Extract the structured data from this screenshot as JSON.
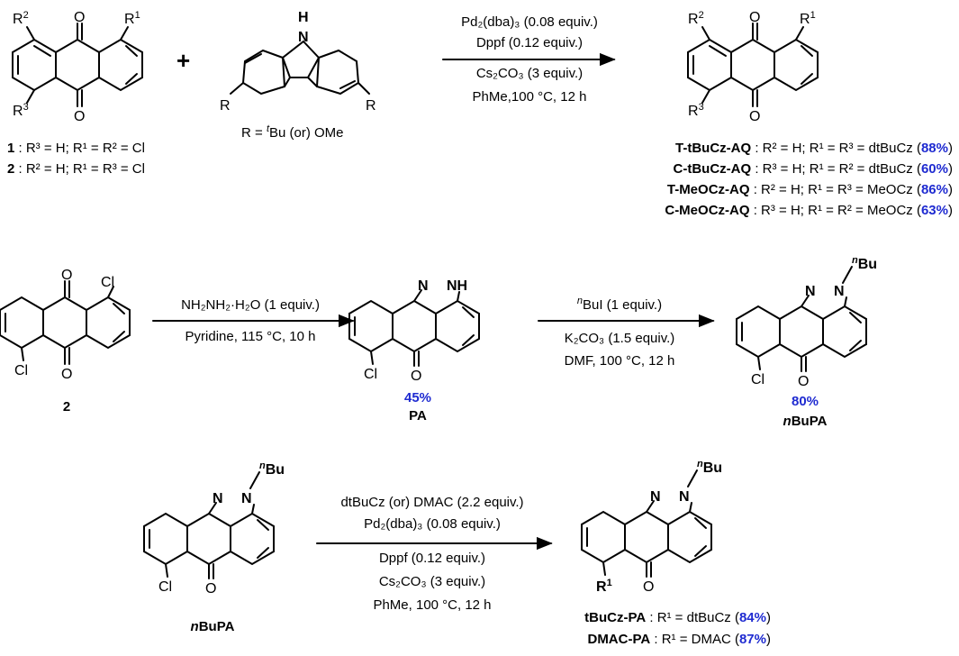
{
  "colors": {
    "yield": "#1f2bd1",
    "ink": "#000000"
  },
  "row1": {
    "anthraquinone_substituents": {
      "r1": "R",
      "r1_sup": "1",
      "r2": "R",
      "r2_sup": "2",
      "r3": "R",
      "r3_sup": "3"
    },
    "plus": "+",
    "carbazole_nh": "H",
    "carbazole_n": "N",
    "carbazole_r": "R",
    "r_definition": {
      "pre": "R = ",
      "sup": "t",
      "post": "Bu (or) OMe"
    },
    "conditions": {
      "c1": "Pd₂(dba)₃ (0.08 equiv.)",
      "c2": "Dppf (0.12 equiv.)",
      "c3": "Cs₂CO₃ (3 equiv.)",
      "c4": "PhMe,100 °C, 12 h"
    },
    "starting_materials": [
      {
        "id": "1",
        "text": " : R³ = H; R¹ = R² = Cl"
      },
      {
        "id": "2",
        "text": " : R² = H; R¹ = R³ = Cl"
      }
    ],
    "products": [
      {
        "name": "T-tBuCz-AQ",
        "text": " : R² = H; R¹ = R³ = dtBuCz (",
        "yield": "88%",
        "close": ")"
      },
      {
        "name": "C-tBuCz-AQ",
        "text": " : R³ = H; R¹ = R² = dtBuCz (",
        "yield": "60%",
        "close": ")"
      },
      {
        "name": "T-MeOCz-AQ",
        "text": " : R² = H; R¹ = R³ = MeOCz (",
        "yield": "86%",
        "close": ")"
      },
      {
        "name": "C-MeOCz-AQ",
        "text": " : R³ = H; R¹ = R² = MeOCz (",
        "yield": "63%",
        "close": ")"
      }
    ]
  },
  "row2": {
    "start_label": "2",
    "step1": {
      "c1": "NH₂NH₂·H₂O (1 equiv.)",
      "c2": "Pyridine, 115 °C, 10 h"
    },
    "pa": {
      "yield": "45%",
      "name": "PA"
    },
    "step2": {
      "c1_sup": "n",
      "c1": "BuI (1 equiv.)",
      "c2": "K₂CO₃ (1.5 equiv.)",
      "c3": "DMF, 100 °C, 12 h"
    },
    "nbupa": {
      "yield": "80%",
      "name_prefix": "n",
      "name": "BuPA"
    }
  },
  "row3": {
    "start_prefix": "n",
    "start_name": "BuPA",
    "conditions": {
      "c1": "dtBuCz (or) DMAC (2.2 equiv.)",
      "c2": "Pd₂(dba)₃ (0.08 equiv.)",
      "c3": "Dppf (0.12 equiv.)",
      "c4": "Cs₂CO₃ (3 equiv.)",
      "c5": "PhMe, 100 °C, 12 h"
    },
    "products": [
      {
        "name": "tBuCz-PA",
        "text": " : R¹ = dtBuCz (",
        "yield": "84%",
        "close": ")"
      },
      {
        "name": "DMAC-PA",
        "text": " : R¹ = DMAC (",
        "yield": "87%",
        "close": ")"
      }
    ]
  },
  "atoms": {
    "o": "O",
    "cl": "Cl",
    "n": "N",
    "nh": "NH",
    "bu": "Bu",
    "bu_sup": "n",
    "r1": "R",
    "r1_sup": "1"
  }
}
